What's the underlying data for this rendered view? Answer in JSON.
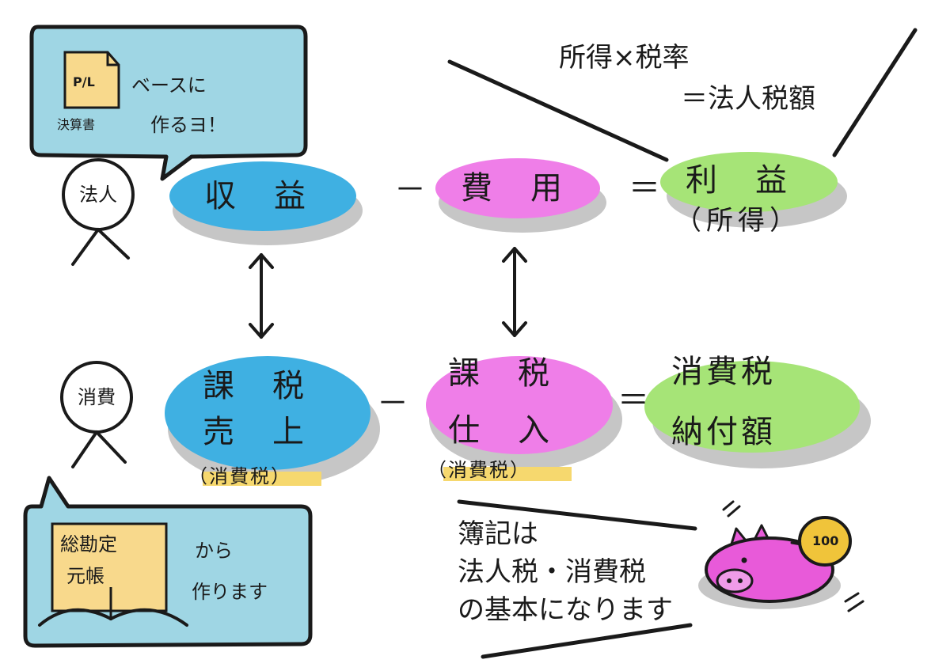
{
  "colors": {
    "revenue": "#3fb0e2",
    "expense": "#ef7ee8",
    "profit": "#a6e477",
    "bubble": "#9fd6e4",
    "note": "#f8d98c",
    "highlight": "#f6d86e",
    "pig": "#e85ad9",
    "coin": "#f0c43a",
    "shadow": "#c6c6c6"
  },
  "corporate": {
    "person_label": "法人",
    "bubble_doc_label": "P/L",
    "bubble_doc_caption": "決算書",
    "bubble_line1": "ベースに",
    "bubble_line2": "作るヨ！"
  },
  "consumption": {
    "person_label": "消費",
    "bubble_book_line1": "総勘定",
    "bubble_book_line2": "元帳",
    "bubble_line1": "から",
    "bubble_line2": "作ります"
  },
  "top_row": {
    "revenue": "収　益",
    "minus": "－",
    "expense": "費　用",
    "equals": "＝",
    "profit": "利　益",
    "profit_sub": "（所得）"
  },
  "bottom_row": {
    "sales_line1": "課　税",
    "sales_line2": "売　上",
    "sales_sub": "（消費税）",
    "minus": "－",
    "purchase_line1": "課　税",
    "purchase_line2": "仕　入",
    "purchase_sub": "（消費税）",
    "equals": "＝",
    "tax_line1": "消費税",
    "tax_line2": "納付額"
  },
  "formula": {
    "line1": "所得×税率",
    "line2": "＝法人税額"
  },
  "conclusion": {
    "line1": "簿記は",
    "line2": "法人税・消費税",
    "line3": "の基本になります"
  },
  "coin_label": "100",
  "icons": [
    "document-icon",
    "ledger-book-icon",
    "piggy-bank-icon",
    "coin-icon",
    "double-arrow-icon"
  ]
}
